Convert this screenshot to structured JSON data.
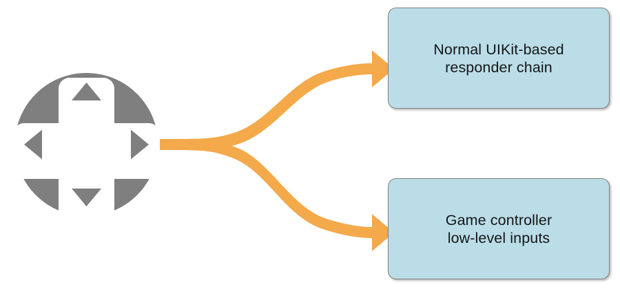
{
  "diagram": {
    "type": "flow-split",
    "background_color": "#ffffff",
    "source": {
      "icon": "dpad-icon",
      "label": "D-pad directional controller",
      "circle_color": "#7f7f7f",
      "cross_color": "#ffffff",
      "arrow_glyph_color": "#7f7f7f",
      "directions": [
        "up",
        "right",
        "down",
        "left"
      ]
    },
    "connector": {
      "name": "split-arrow",
      "color": "#f4a94a",
      "branches": 2,
      "arrowhead": "triangle"
    },
    "nodes": [
      {
        "id": "normal-responder-chain",
        "text": "Normal UIKit-based\nresponder chain",
        "line1": "Normal UIKit-based",
        "line2": "responder chain",
        "fill_color": "#badde8",
        "border_color": "#808080",
        "text_color": "#161616"
      },
      {
        "id": "game-controller-inputs",
        "text": "Game controller\nlow-level inputs",
        "line1": "Game controller",
        "line2": "low-level inputs",
        "fill_color": "#badde8",
        "border_color": "#808080",
        "text_color": "#161616"
      }
    ]
  }
}
